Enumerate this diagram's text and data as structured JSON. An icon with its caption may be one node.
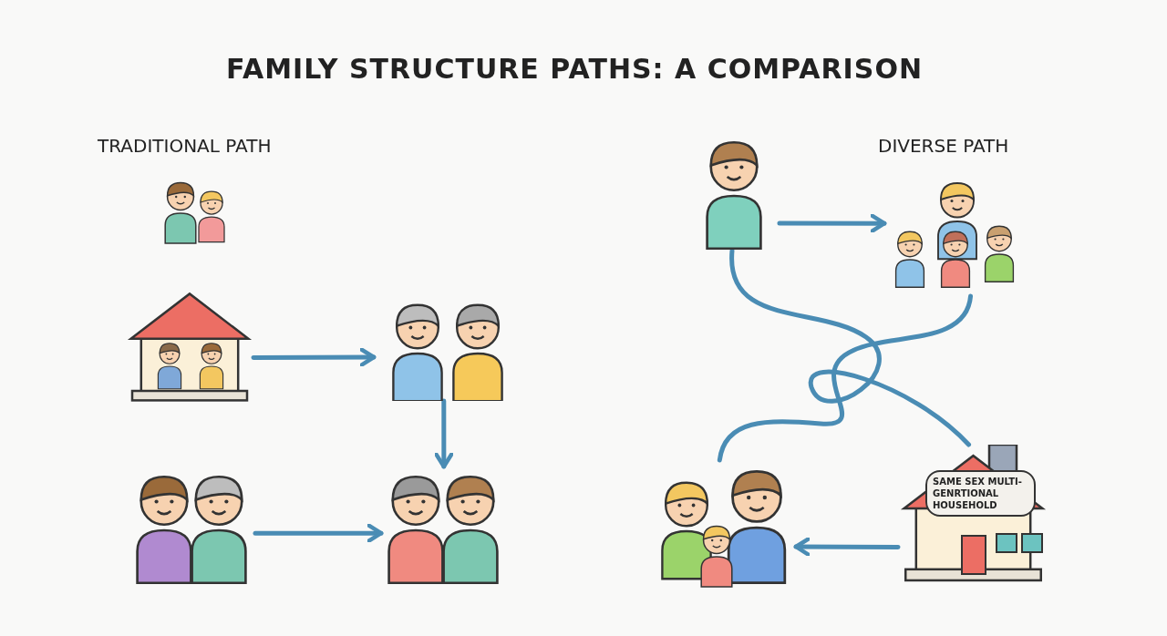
{
  "diagram": {
    "title": "FAMILY STRUCTURE PATHS: A COMPARISON",
    "nodes": [
      {
        "text": [],
        "shape": "picture"
      },
      {
        "text": [],
        "shape": "picture"
      },
      {
        "text": [],
        "shape": "picture"
      },
      {
        "text": [],
        "shape": "picture"
      },
      {
        "text": [],
        "shape": "picture"
      },
      {
        "text": [],
        "shape": "picture"
      },
      {
        "text": [],
        "shape": "picture"
      },
      {
        "text": [],
        "shape": "picture"
      },
      {
        "text": [
          "SAME SEX MULTI-GENRTIONAL HOUSEHOLD"
        ]
      }
    ],
    "edges": [
      {
        "from": 1,
        "to": 2,
        "arrow": "to"
      },
      {
        "from": 2,
        "to": 4,
        "arrow": "to"
      },
      {
        "from": 3,
        "to": 4,
        "arrow": "to"
      },
      {
        "from": 5,
        "to": 6,
        "arrow": "to"
      },
      {
        "from": 8,
        "to": 7,
        "arrow": "to"
      },
      {
        "from": 5,
        "to": 8,
        "arrow": "none"
      },
      {
        "from": 6,
        "to": 7,
        "arrow": "none"
      }
    ],
    "labels": [
      "TRADITIONAL PATH",
      "DIVERSE PATH"
    ]
  }
}
